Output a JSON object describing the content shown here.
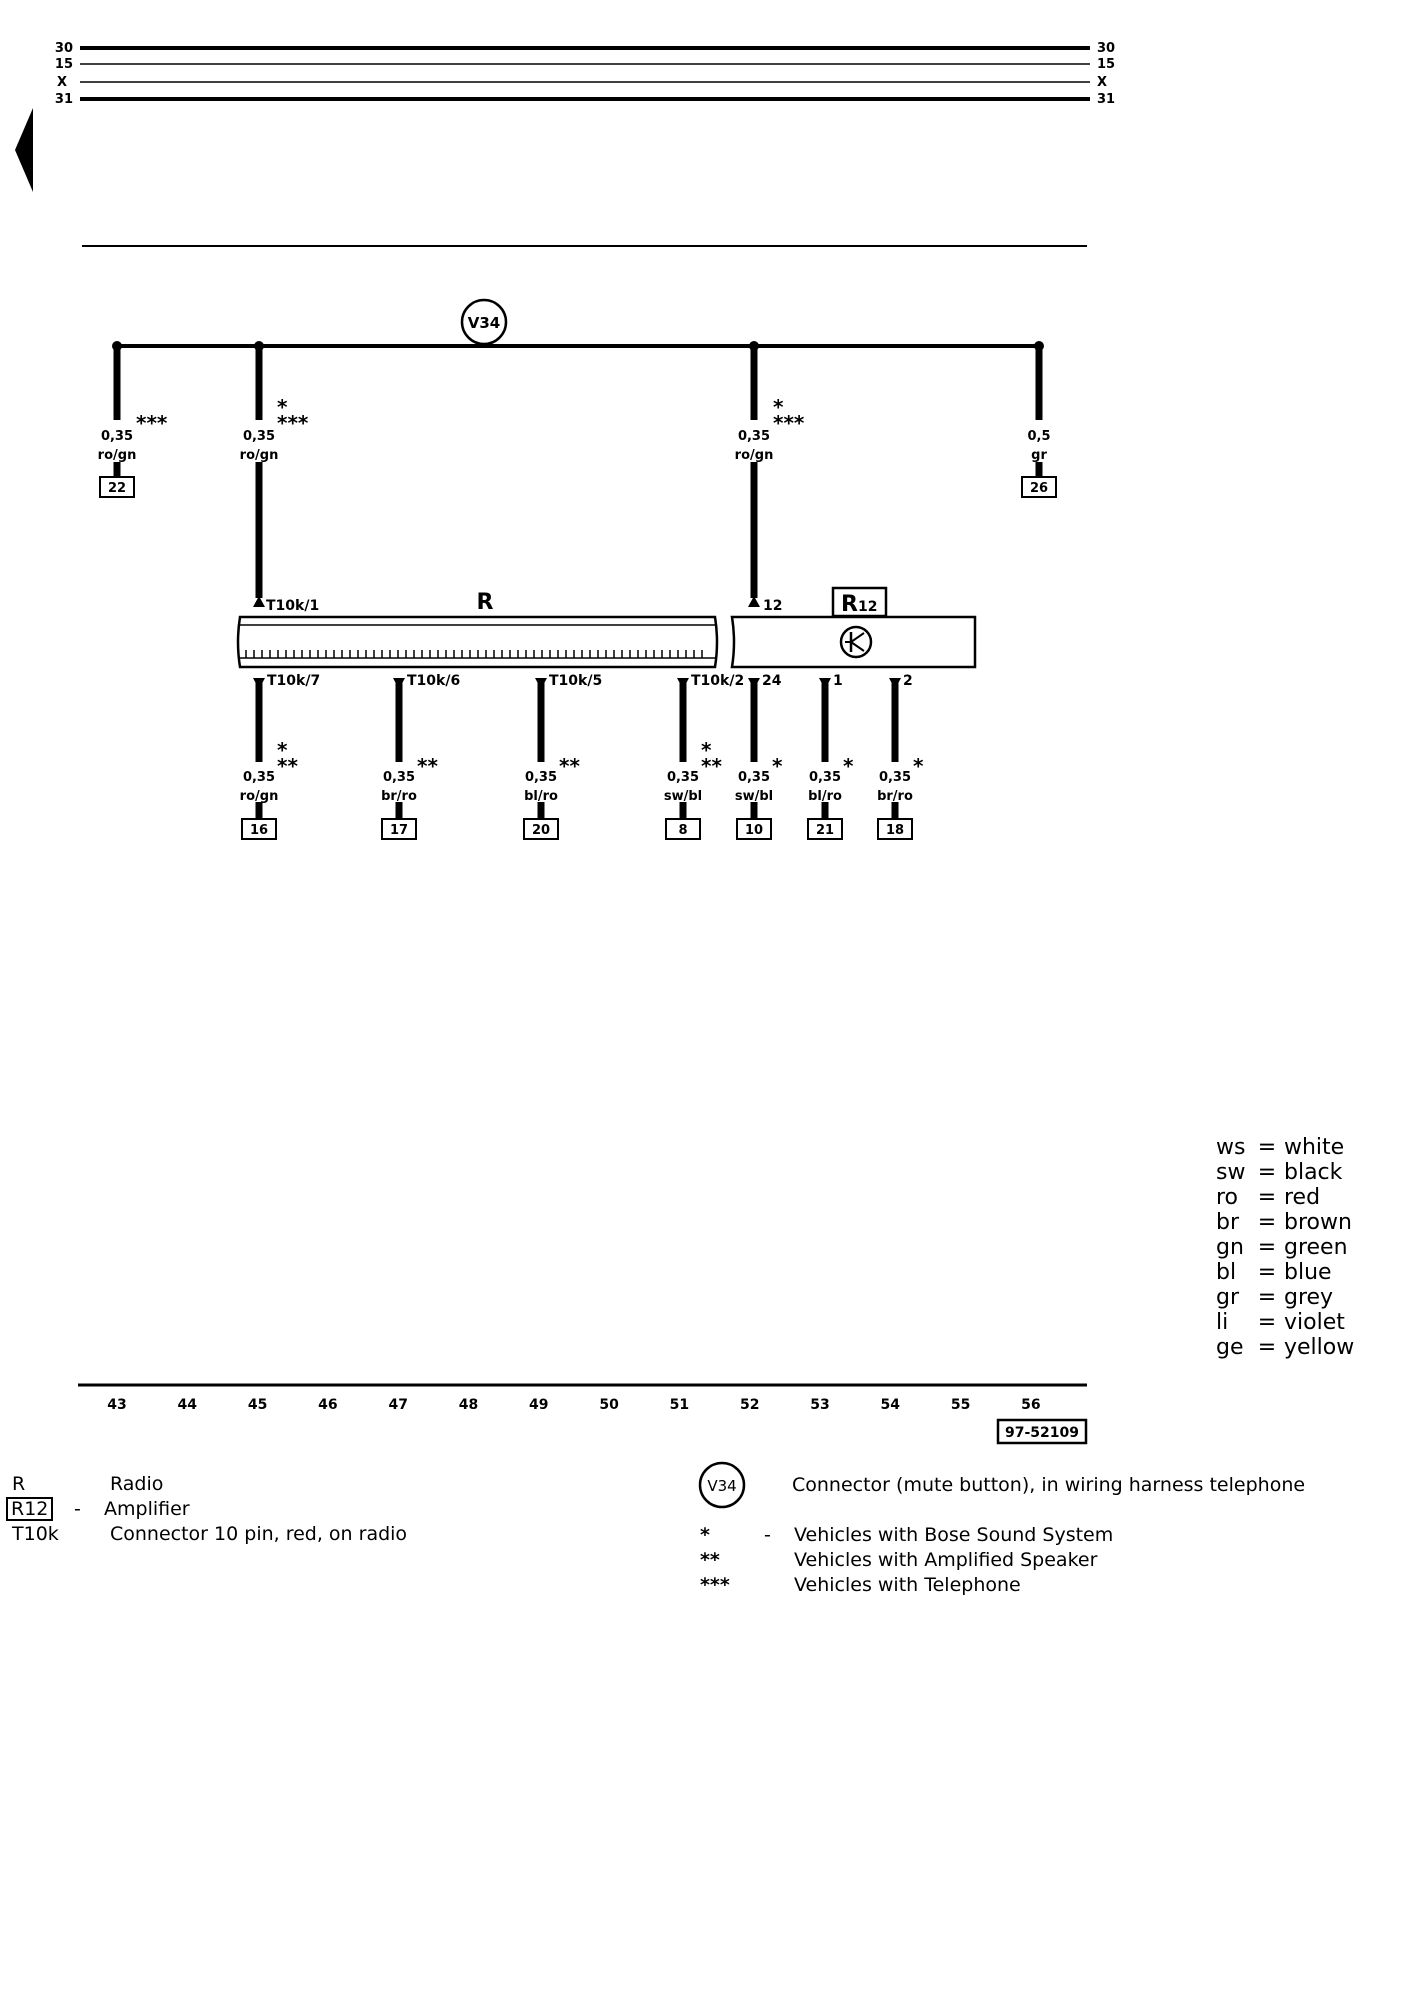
{
  "rail_labels": {
    "left": [
      "30",
      "15",
      "X",
      "31"
    ],
    "right": [
      "30",
      "15",
      "X",
      "31"
    ]
  },
  "connector_v34_symbol": "V34",
  "radio_label": "R",
  "amplifier_label": "R",
  "amplifier_label_sub": "12",
  "top_wires": [
    {
      "size": "0,35",
      "color": "ro/gn",
      "marks": "***",
      "terminal": "22"
    },
    {
      "size": "0,35",
      "color": "ro/gn",
      "marks": "*\n***",
      "terminal": "",
      "pin": "T10k/1"
    },
    {
      "size": "0,35",
      "color": "ro/gn",
      "marks": "*\n***",
      "terminal": "",
      "pin": "12"
    },
    {
      "size": "0,5",
      "color": "gr",
      "marks": "",
      "terminal": "26"
    }
  ],
  "bottom_wires": [
    {
      "pin": "T10k/7",
      "size": "0,35",
      "color": "ro/gn",
      "marks": "*\n**",
      "terminal": "16"
    },
    {
      "pin": "T10k/6",
      "size": "0,35",
      "color": "br/ro",
      "marks": "**",
      "terminal": "17"
    },
    {
      "pin": "T10k/5",
      "size": "0,35",
      "color": "bl/ro",
      "marks": "**",
      "terminal": "20"
    },
    {
      "pin": "T10k/2",
      "size": "0,35",
      "color": "sw/bl",
      "marks": "*\n**",
      "terminal": "8"
    },
    {
      "pin": "24",
      "size": "0,35",
      "color": "sw/bl",
      "marks": "*",
      "terminal": "10"
    },
    {
      "pin": "1",
      "size": "0,35",
      "color": "bl/ro",
      "marks": "*",
      "terminal": "21"
    },
    {
      "pin": "2",
      "size": "0,35",
      "color": "br/ro",
      "marks": "*",
      "terminal": "18"
    }
  ],
  "current_track_numbers": [
    "43",
    "44",
    "45",
    "46",
    "47",
    "48",
    "49",
    "50",
    "51",
    "52",
    "53",
    "54",
    "55",
    "56"
  ],
  "diagram_code": "97-52109",
  "color_legend": [
    {
      "code": "ws",
      "name": "white"
    },
    {
      "code": "sw",
      "name": "black"
    },
    {
      "code": "ro",
      "name": "red"
    },
    {
      "code": "br",
      "name": "brown"
    },
    {
      "code": "gn",
      "name": "green"
    },
    {
      "code": "bl",
      "name": "blue"
    },
    {
      "code": "gr",
      "name": "grey"
    },
    {
      "code": "li",
      "name": "violet"
    },
    {
      "code": "ge",
      "name": "yellow"
    }
  ],
  "component_legend": [
    {
      "code": "R",
      "dash": "",
      "desc": "Radio"
    },
    {
      "code": "R12",
      "dash": "-",
      "desc": "Amplifier"
    },
    {
      "code": "T10k",
      "dash": "",
      "desc": "Connector 10 pin, red, on radio"
    }
  ],
  "connector_legend": {
    "symbol": "V34",
    "desc": "Connector (mute button), in wiring harness telephone"
  },
  "footnotes": [
    {
      "mark": "*",
      "dash": "-",
      "desc": "Vehicles with Bose Sound System"
    },
    {
      "mark": "**",
      "dash": "",
      "desc": "Vehicles with Amplified Speaker"
    },
    {
      "mark": "***",
      "dash": "",
      "desc": "Vehicles with Telephone"
    }
  ]
}
